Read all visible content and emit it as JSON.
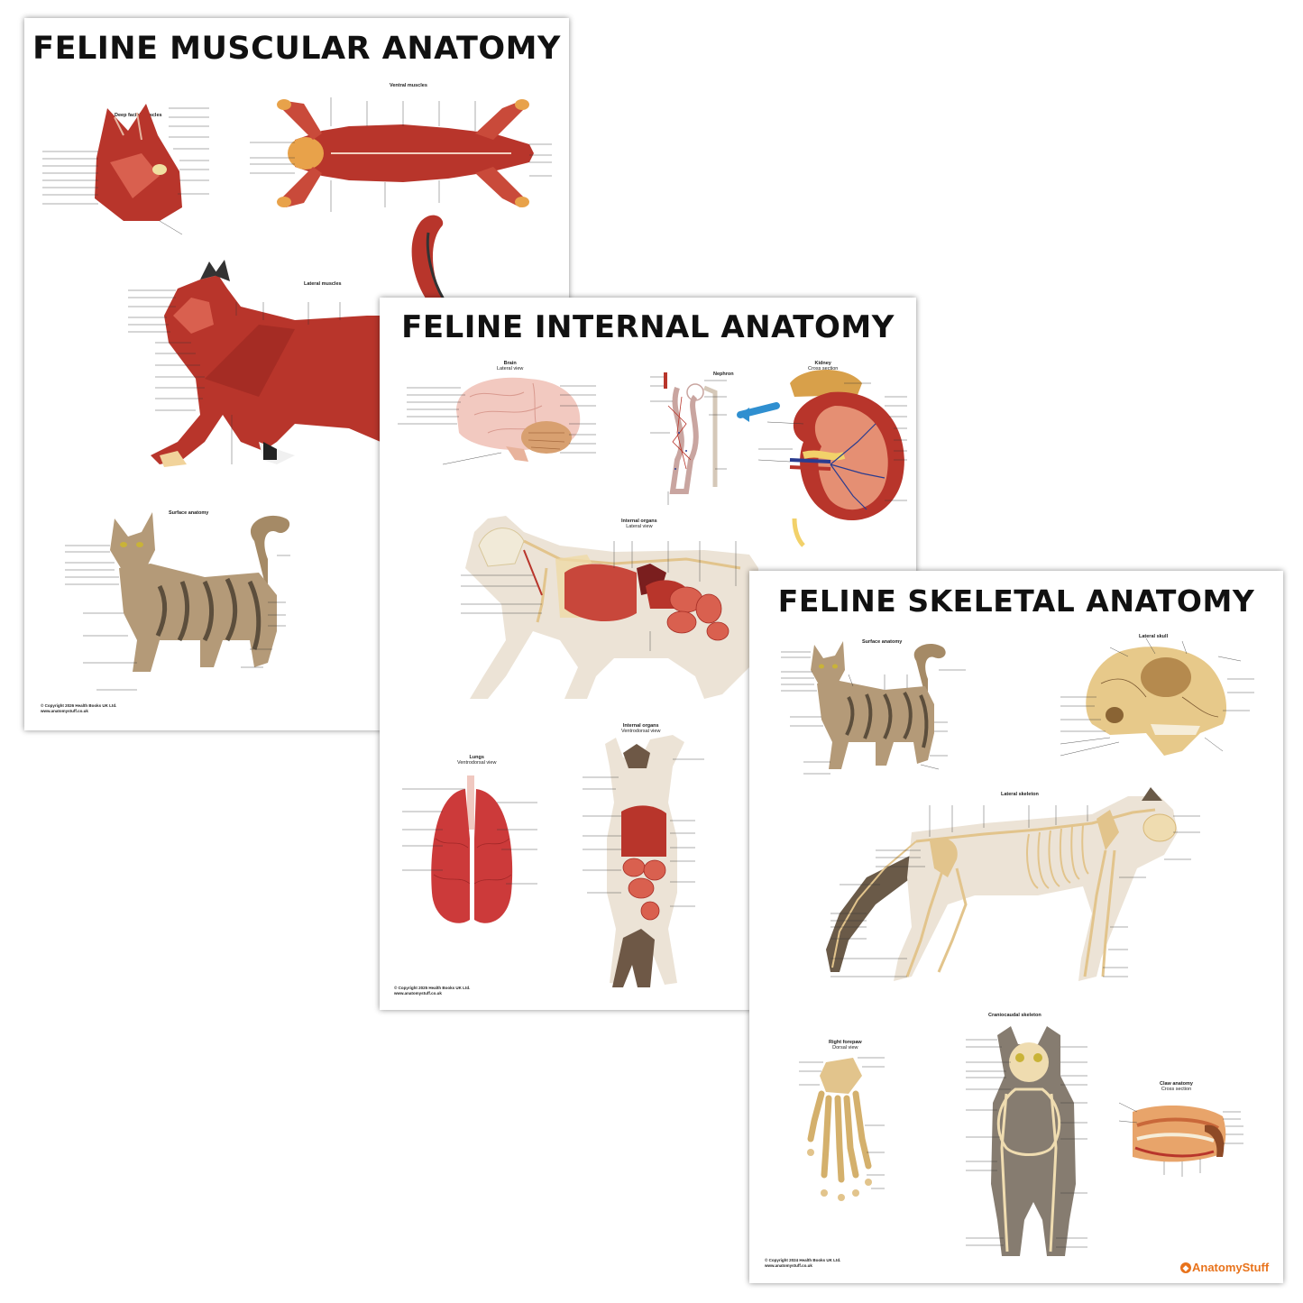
{
  "posters": {
    "muscular": {
      "title": "FELINE MUSCULAR ANATOMY",
      "sections": {
        "deep_facial": "Deep facial muscles",
        "ventral": "Ventral muscles",
        "lateral": "Lateral muscles",
        "surface": "Surface anatomy"
      },
      "copyright": "© Copyright 2026 Health Books UK Ltd.",
      "website": "www.anatomystuff.co.uk"
    },
    "internal": {
      "title": "FELINE INTERNAL ANATOMY",
      "sections": {
        "brain": "Brain",
        "brain_sub": "Lateral view",
        "nephron": "Nephron",
        "kidney": "Kidney",
        "kidney_sub": "Cross section",
        "organs_lateral": "Internal organs",
        "organs_lateral_sub": "Lateral view",
        "lungs": "Lungs",
        "lungs_sub": "Ventrodorsal view",
        "organs_ventro": "Internal organs",
        "organs_ventro_sub": "Ventrodorsal view"
      },
      "copyright": "© Copyright 2025 Health Books UK Ltd.",
      "website": "www.anatomystuff.co.uk"
    },
    "skeletal": {
      "title": "FELINE SKELETAL ANATOMY",
      "sections": {
        "surface": "Surface anatomy",
        "lateral_skull": "Lateral skull",
        "lateral_skeleton": "Lateral skeleton",
        "forepaw": "Right forepaw",
        "forepaw_sub": "Dorsal view",
        "craniocaudal": "Craniocaudal skeleton",
        "claw": "Claw anatomy",
        "claw_sub": "Cross section"
      },
      "copyright": "© Copyright 2024 Health Books UK Ltd.",
      "website": "www.anatomystuff.co.uk",
      "logo": "AnatomyStuff"
    }
  },
  "colors": {
    "muscle": "#b8352b",
    "muscle_light": "#d9604f",
    "bone": "#e2c48c",
    "cat_body": "#ece3d6",
    "tabby": "#a58a66",
    "brand_orange": "#e8731c",
    "kidney_blue": "#2f8fd0"
  }
}
